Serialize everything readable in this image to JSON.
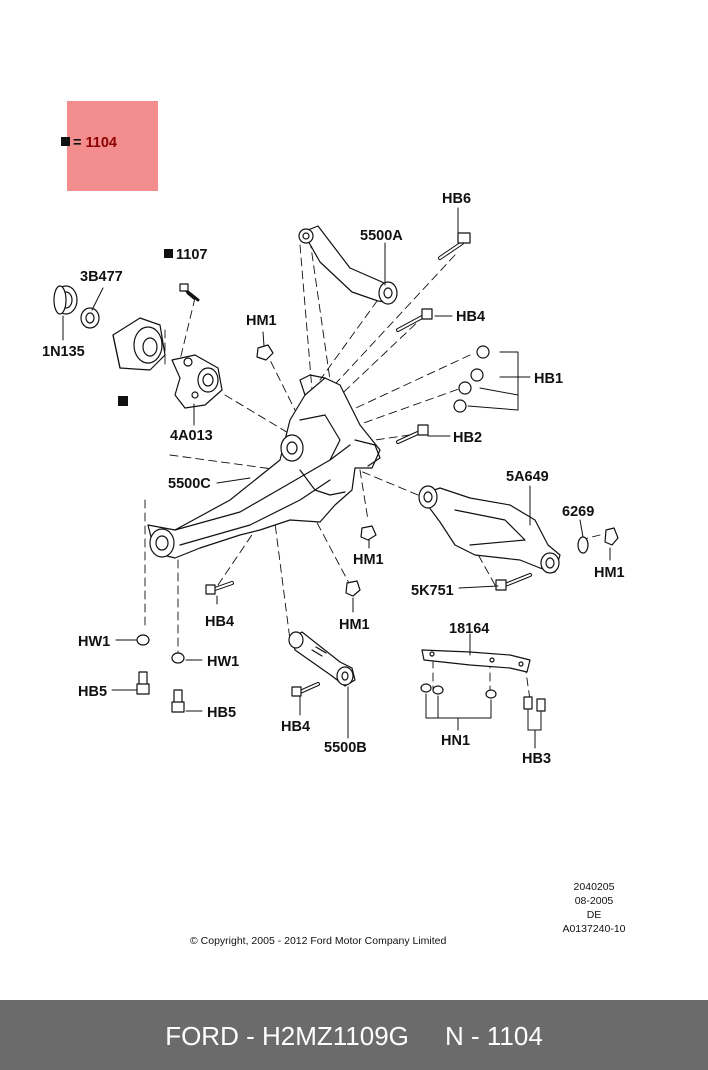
{
  "legend": {
    "symbol": "■",
    "equals": "=",
    "value": "1104"
  },
  "callouts": {
    "hb6": "HB6",
    "a5500": "5500A",
    "n1107": "1107",
    "b3477": "3B477",
    "hm1_top": "HM1",
    "hb4_top": "HB4",
    "n1135": "1N135",
    "hb1": "HB1",
    "a4013": "4A013",
    "hb2": "HB2",
    "c5500": "5500C",
    "a5649": "5A649",
    "n6269": "6269",
    "hm1_mid": "HM1",
    "hm1_right": "HM1",
    "k5751": "5K751",
    "hb4_left": "HB4",
    "hm1_low": "HM1",
    "n18164": "18164",
    "hw1_left": "HW1",
    "hw1_right": "HW1",
    "hb5_left": "HB5",
    "hb5_right": "HB5",
    "hb4_low": "HB4",
    "b5500": "5500B",
    "hn1": "HN1",
    "hb3": "HB3"
  },
  "stamp": [
    "2040205",
    "08-2005",
    "DE",
    "A0137240-10"
  ],
  "copyright": "© Copyright, 2005 - 2012 Ford Motor Company Limited",
  "footer": {
    "text": "FORD - H2MZ1109G     N - 1104"
  },
  "colors": {
    "highlight": "#f38c8c",
    "footer_bg": "#6b6b6b",
    "footer_text": "#ffffff"
  }
}
